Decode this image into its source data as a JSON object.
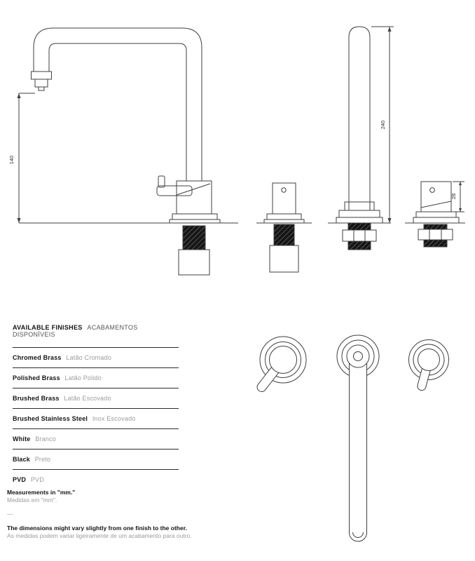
{
  "colors": {
    "line": "#3f3f3f",
    "ink": "#141414",
    "muted": "#9b9b9b"
  },
  "drawing": {
    "dim_side_height": "140",
    "dim_front_height": "240",
    "dim_handle_height": "28"
  },
  "finishes": {
    "title_en": "AVAILABLE FINISHES",
    "title_pt": "ACABAMENTOS DISPONÍVEIS",
    "items": [
      {
        "en": "Chromed Brass",
        "pt": "Latão Cromado"
      },
      {
        "en": "Polished Brass",
        "pt": "Latão Polido"
      },
      {
        "en": "Brushed Brass",
        "pt": "Latão Escovado"
      },
      {
        "en": "Brushed Stainless Steel",
        "pt": "Inox Escovado"
      },
      {
        "en": "White",
        "pt": "Branco"
      },
      {
        "en": "Black",
        "pt": "Preto"
      },
      {
        "en": "PVD",
        "pt": "PVD"
      }
    ]
  },
  "notes": {
    "units_en": "Measurements in \"mm.\"",
    "units_pt": "Medidas em \"mm\".",
    "divider": "—",
    "tolerance_en": "The dimensions might vary slightly from one finish to the other.",
    "tolerance_pt": "As medidas podem variar ligeiramente de um acabamento para outro."
  }
}
